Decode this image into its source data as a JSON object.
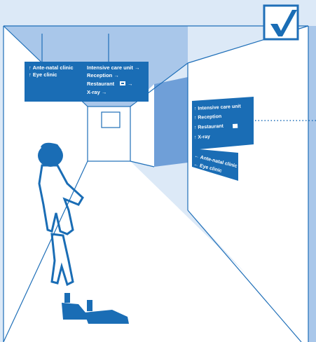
{
  "colors": {
    "background": "#dce9f7",
    "ceiling": "#a9c7ea",
    "sign_blue": "#1a6db5",
    "line_blue": "#1f6fb8",
    "wall_panel": "#6f9fd8",
    "wall_panel_dark": "#2c78c0",
    "floor": "#ffffff",
    "check_box_border": "#1f6fb8",
    "check_mark": "#1a6db5"
  },
  "check_icon": "check-mark-icon",
  "ceiling_sign": {
    "left_column": [
      {
        "arrow": "↑",
        "label": "Ante-natal clinic"
      },
      {
        "arrow": "↑",
        "label": "Eye clinic"
      }
    ],
    "right_column": [
      {
        "label": "Intensive care unit",
        "arrow": "→"
      },
      {
        "label": "Reception",
        "arrow": "→"
      },
      {
        "label": "Restaurant",
        "icon": "cutlery-icon",
        "arrow": "→"
      },
      {
        "label": "X-ray",
        "arrow": "→"
      }
    ]
  },
  "wall_sign": {
    "upper": [
      {
        "arrow": "↑",
        "label": "Intensive care unit"
      },
      {
        "arrow": "↑",
        "label": "Reception"
      },
      {
        "arrow": "↑",
        "label": "Restaurant",
        "icon": "cutlery-icon"
      },
      {
        "arrow": "↑",
        "label": "X-ray"
      }
    ],
    "lower": [
      {
        "arrow": "←",
        "label": "Ante-natal clinic"
      },
      {
        "arrow": "←",
        "label": "Eye clinic"
      }
    ]
  }
}
